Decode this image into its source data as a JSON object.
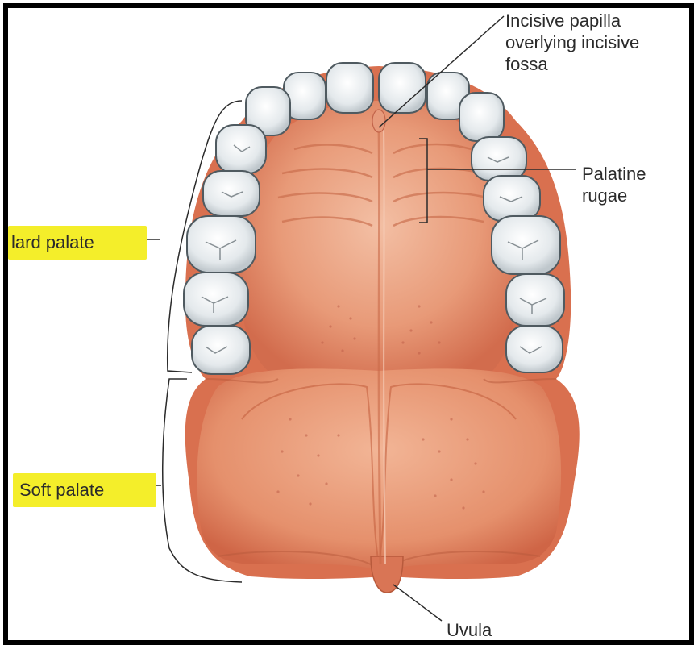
{
  "labels": {
    "incisive_papilla": "Incisive papilla\noverlying incisive\nfossa",
    "palatine_rugae": "Palatine\nrugae",
    "hard_palate": "lard palate",
    "soft_palate": "Soft palate",
    "uvula": "Uvula"
  },
  "colors": {
    "palate": "#e08866",
    "gum": "#d56a4c",
    "highlight": "#f4ee2a",
    "tooth": "#e9eef1"
  }
}
